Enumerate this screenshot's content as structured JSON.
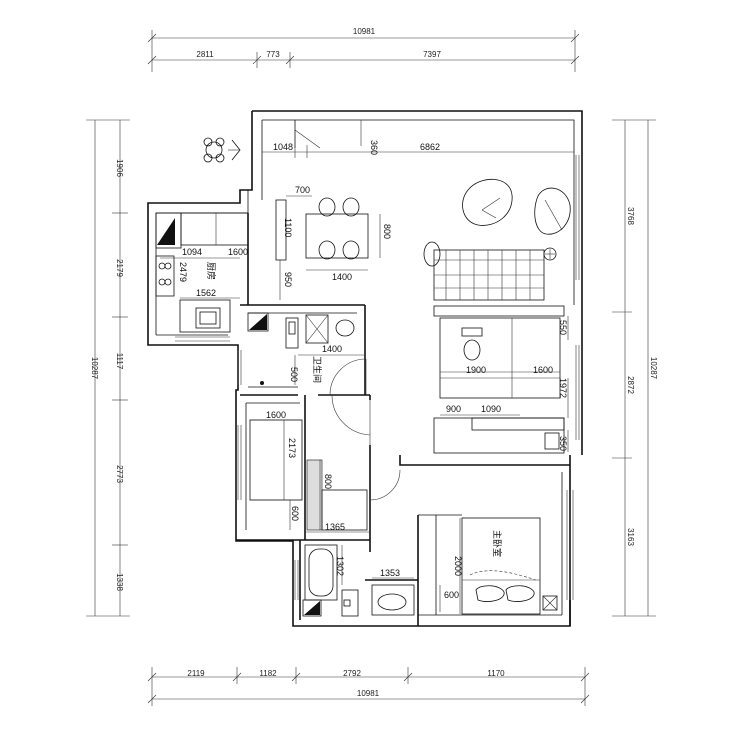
{
  "top_dims": {
    "total": "10981",
    "seg1": "2811",
    "seg2": "773",
    "seg3": "7397"
  },
  "bottom_dims": {
    "total": "10981",
    "seg1": "2119",
    "seg2": "1182",
    "seg3": "2792",
    "seg4": "1170"
  },
  "left_dims": {
    "total": "10287",
    "seg1": "1906",
    "seg2": "2179",
    "seg3": "1117",
    "seg4": "2773",
    "seg5": "1338"
  },
  "right_dims": {
    "total": "10287",
    "seg1": "3768",
    "seg2": "2872",
    "seg3": "3163"
  },
  "inner_dims": {
    "d1048": "1048",
    "d360": "360",
    "d6862": "6862",
    "d700": "700",
    "d1100": "1100",
    "d800a": "800",
    "d1400a": "1400",
    "d950": "950",
    "d1094": "1094",
    "d1600a": "1600",
    "d2479": "2479",
    "d1562": "1562",
    "d1400b": "1400",
    "d500": "500",
    "d550": "550",
    "d1900": "1900",
    "d1600b": "1600",
    "d1972": "1972",
    "d900": "900",
    "d1090": "1090",
    "d350": "350",
    "d1600c": "1600",
    "d2173": "2173",
    "d800b": "800",
    "d600a": "600",
    "d1365": "1365",
    "d1302": "1302",
    "d1353": "1353",
    "d2000": "2000",
    "d600b": "600"
  },
  "rooms": {
    "kitchen": "厨房",
    "bathroom": "卫生间",
    "master_bedroom": "主卧室"
  }
}
